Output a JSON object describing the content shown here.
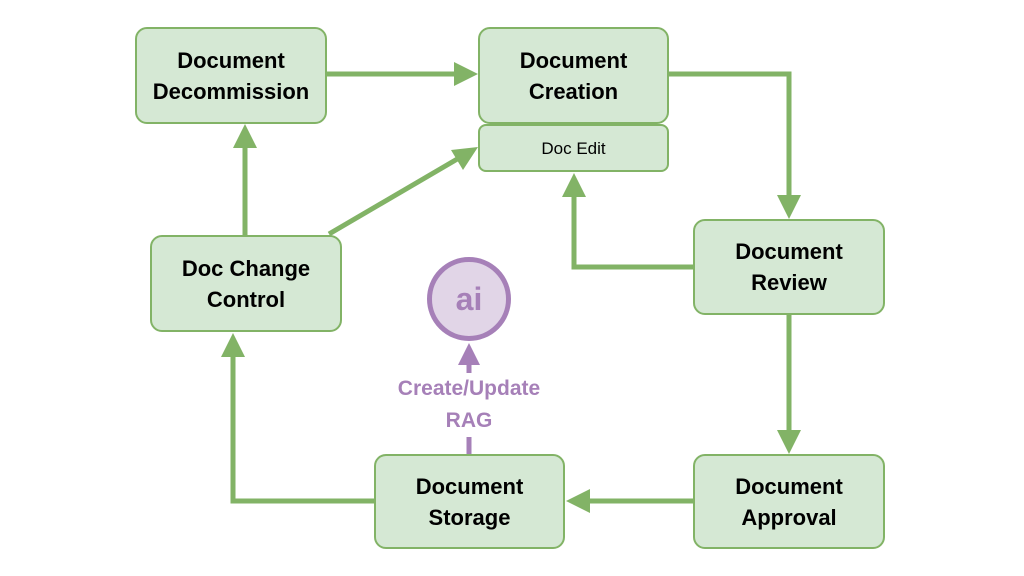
{
  "colors": {
    "node_fill": "#d5e8d4",
    "node_border": "#82b366",
    "arrow_green": "#82b366",
    "ai_purple": "#a680b8",
    "ai_fill": "#e1d5e7"
  },
  "nodes": {
    "decommission": {
      "line1": "Document",
      "line2": "Decommission"
    },
    "creation": {
      "line1": "Document",
      "line2": "Creation"
    },
    "doc_edit": {
      "label": "Doc Edit"
    },
    "change_control": {
      "line1": "Doc Change",
      "line2": "Control"
    },
    "review": {
      "line1": "Document",
      "line2": "Review"
    },
    "approval": {
      "line1": "Document",
      "line2": "Approval"
    },
    "storage": {
      "line1": "Document",
      "line2": "Storage"
    }
  },
  "ai": {
    "badge": "ai",
    "label_line1": "Create/Update",
    "label_line2": "RAG",
    "icon": "ai-circle-icon"
  },
  "edges": [
    "Document Decommission -> Document Creation",
    "Document Creation -> Document Review",
    "Document Review -> Doc Edit",
    "Document Review -> Document Approval",
    "Document Approval -> Document Storage",
    "Document Storage -> Doc Change Control",
    "Doc Change Control -> Document Decommission",
    "Doc Change Control -> Doc Edit",
    "Document Storage -> ai"
  ]
}
